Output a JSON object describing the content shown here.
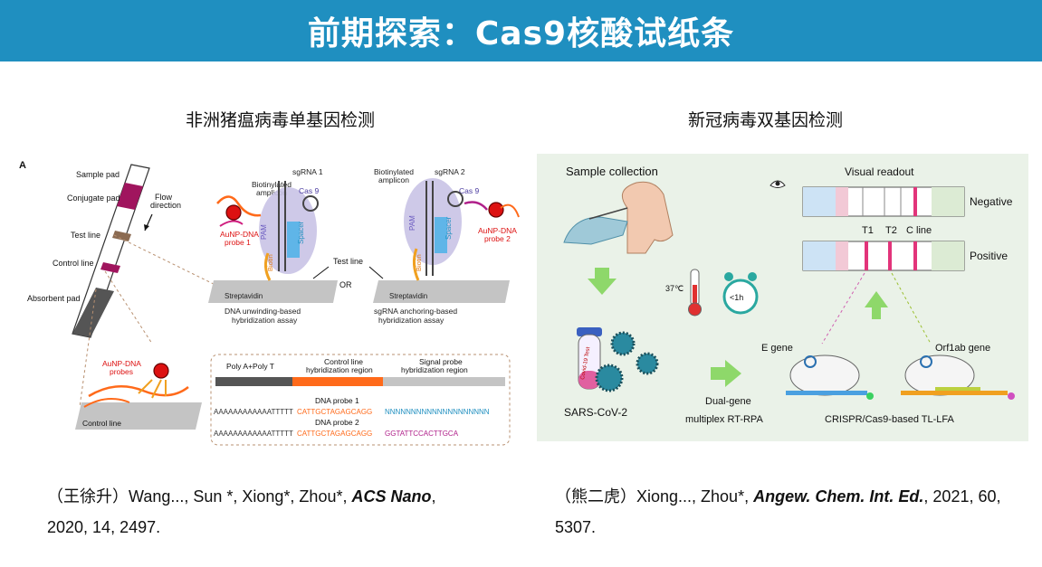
{
  "header": {
    "title": "前期探索：Cas9核酸试纸条",
    "background": "#1f8fc0"
  },
  "left": {
    "subtitle": "非洲猪瘟病毒单基因检测",
    "figure": {
      "panel_letter": "A",
      "strip_labels": [
        "Sample pad",
        "Conjugate pad",
        "Test line",
        "Control line",
        "Absorbent pad"
      ],
      "flow_label_1": "Flow",
      "flow_label_2": "direction",
      "d1": {
        "biotin_1": "Biotinylated",
        "biotin_2": "amplicon",
        "sgrna": "sgRNA 1",
        "cas": "Cas 9",
        "pam": "PAM",
        "spacer": "Spacer",
        "biotin": "Biotin",
        "probe_1": "AuNP-DNA",
        "probe_2": "probe 1",
        "strep": "Streptavidin",
        "caption_1": "DNA unwinding-based",
        "caption_2": "hybridization assay"
      },
      "d2": {
        "biotin_1": "Biotinylated",
        "biotin_2": "amplicon",
        "sgrna": "sgRNA 2",
        "cas": "Cas 9",
        "pam": "PAM",
        "spacer": "Spacer",
        "biotin": "Biotin",
        "probe_1": "AuNP-DNA",
        "probe_2": "probe 2",
        "strep": "Streptavidin",
        "caption_1": "sgRNA anchoring-based",
        "caption_2": "hybridization assay"
      },
      "test_line": "Test line",
      "or": "OR",
      "ctrl": {
        "probe_1": "AuNP-DNA",
        "probe_2": "probes",
        "label": "Control line"
      },
      "seq": {
        "region_1": "Poly A+Poly T",
        "region_2_1": "Control line",
        "region_2_2": "hybridization region",
        "region_3_1": "Signal probe",
        "region_3_2": "hybridization region",
        "probe_1_title": "DNA probe 1",
        "probe_1_a": "AAAAAAAAAAAATTTTT",
        "probe_1_b": "CATTGCTAGAGCAGG",
        "probe_1_c": "NNNNNNNNNNNNNNNNNNNN",
        "probe_2_title": "DNA probe 2",
        "probe_2_a": "AAAAAAAAAAAATTTTT",
        "probe_2_b": "CATTGCTAGAGCAGG",
        "probe_2_c": "GGTATTCCACTTGCA"
      }
    },
    "citation": {
      "authors": "（王徐升）Wang..., Sun *, Xiong*, Zhou*, ",
      "journal": "ACS Nano",
      "rest": ", 2020, 14, 2497."
    }
  },
  "right": {
    "subtitle": "新冠病毒双基因检测",
    "figure": {
      "sample_collection": "Sample collection",
      "temp": "37℃",
      "time": "<1h",
      "tube_label": "Covid-19 Test",
      "virus": "SARS-CoV-2",
      "rpa_1": "Dual-gene",
      "rpa_2": "multiplex RT-RPA",
      "visual_readout": "Visual readout",
      "negative": "Negative",
      "t1": "T1",
      "t2": "T2",
      "cline": "C line",
      "positive": "Positive",
      "e_gene": "E gene",
      "orf": "Orf1ab gene",
      "crispr": "CRISPR/Cas9-based TL-LFA"
    },
    "citation": {
      "authors": "（熊二虎）Xiong..., Zhou*, ",
      "journal": "Angew. Chem. Int. Ed.",
      "rest": ", 2021, 60, 5307."
    }
  }
}
